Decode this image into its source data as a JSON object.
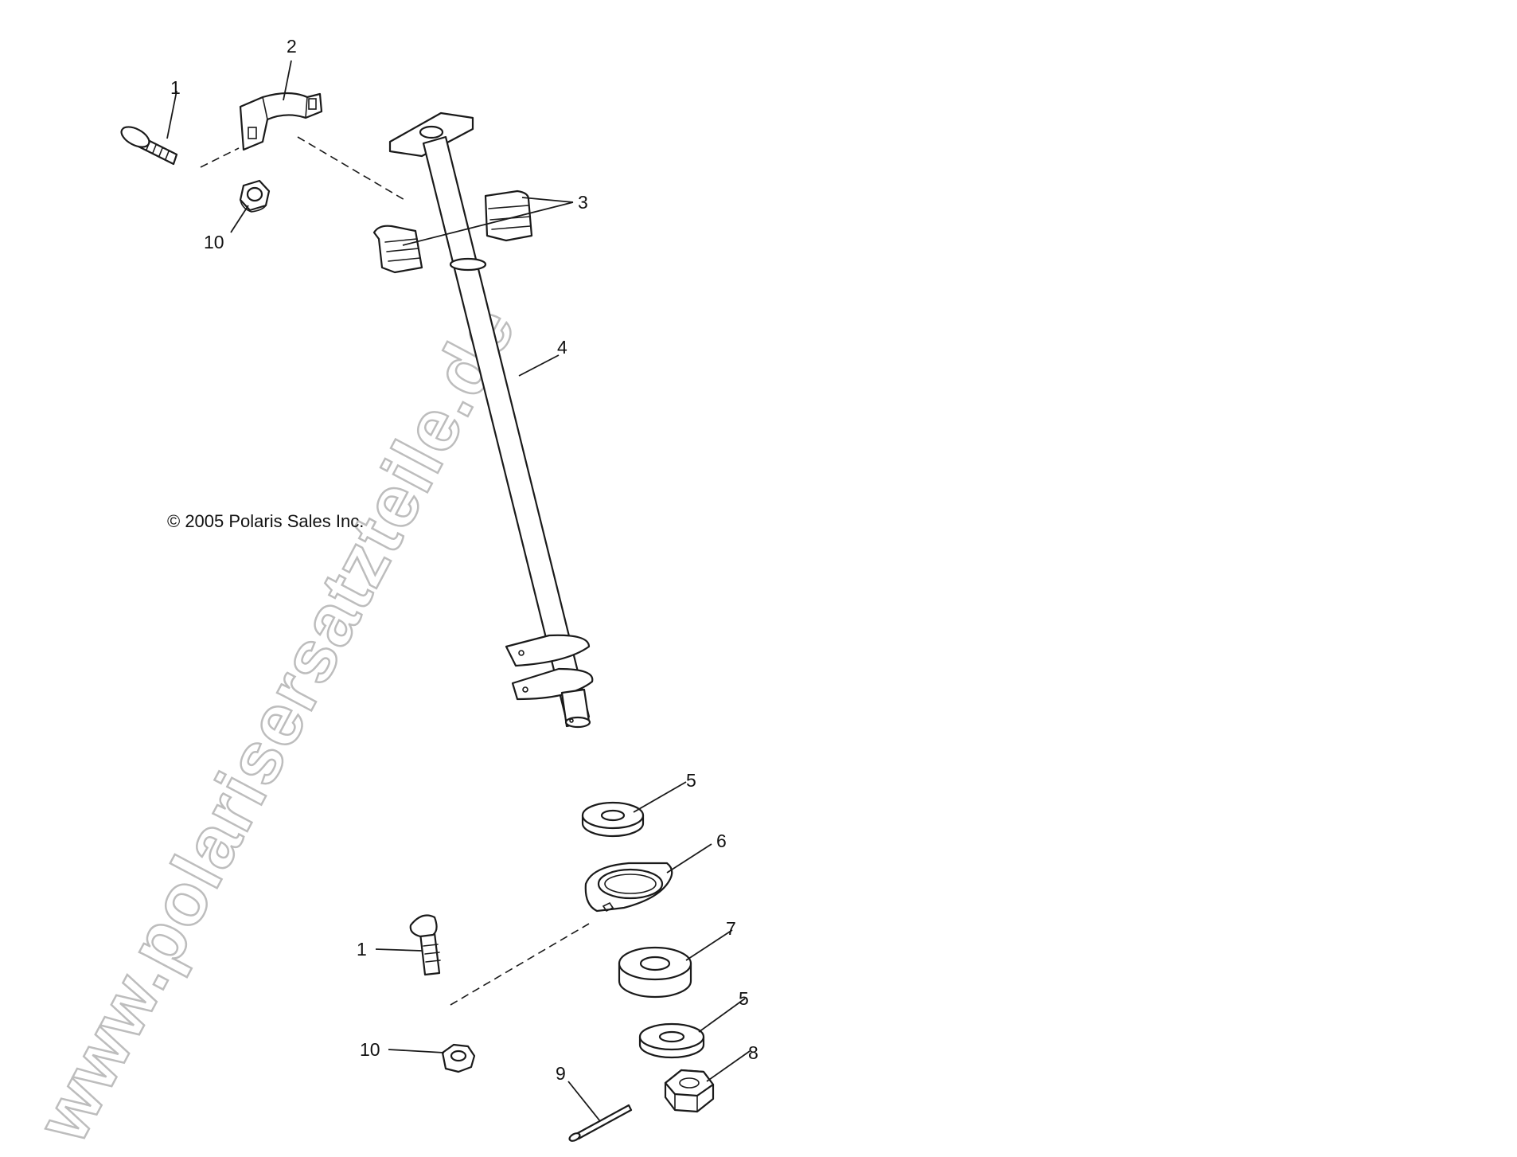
{
  "watermark": "www.polarisersatzteile.de",
  "copyright": "© 2005 Polaris Sales Inc.",
  "callouts": {
    "c1_top": "1",
    "c2": "2",
    "c3": "3",
    "c4": "4",
    "c10_top": "10",
    "c5_top": "5",
    "c6": "6",
    "c7": "7",
    "c5_bottom": "5",
    "c8": "8",
    "c9": "9",
    "c1_bottom": "1",
    "c10_bottom": "10"
  },
  "colors": {
    "line": "#1a1a1a",
    "watermark_outline": "#bdbdbd",
    "background": "#ffffff"
  }
}
